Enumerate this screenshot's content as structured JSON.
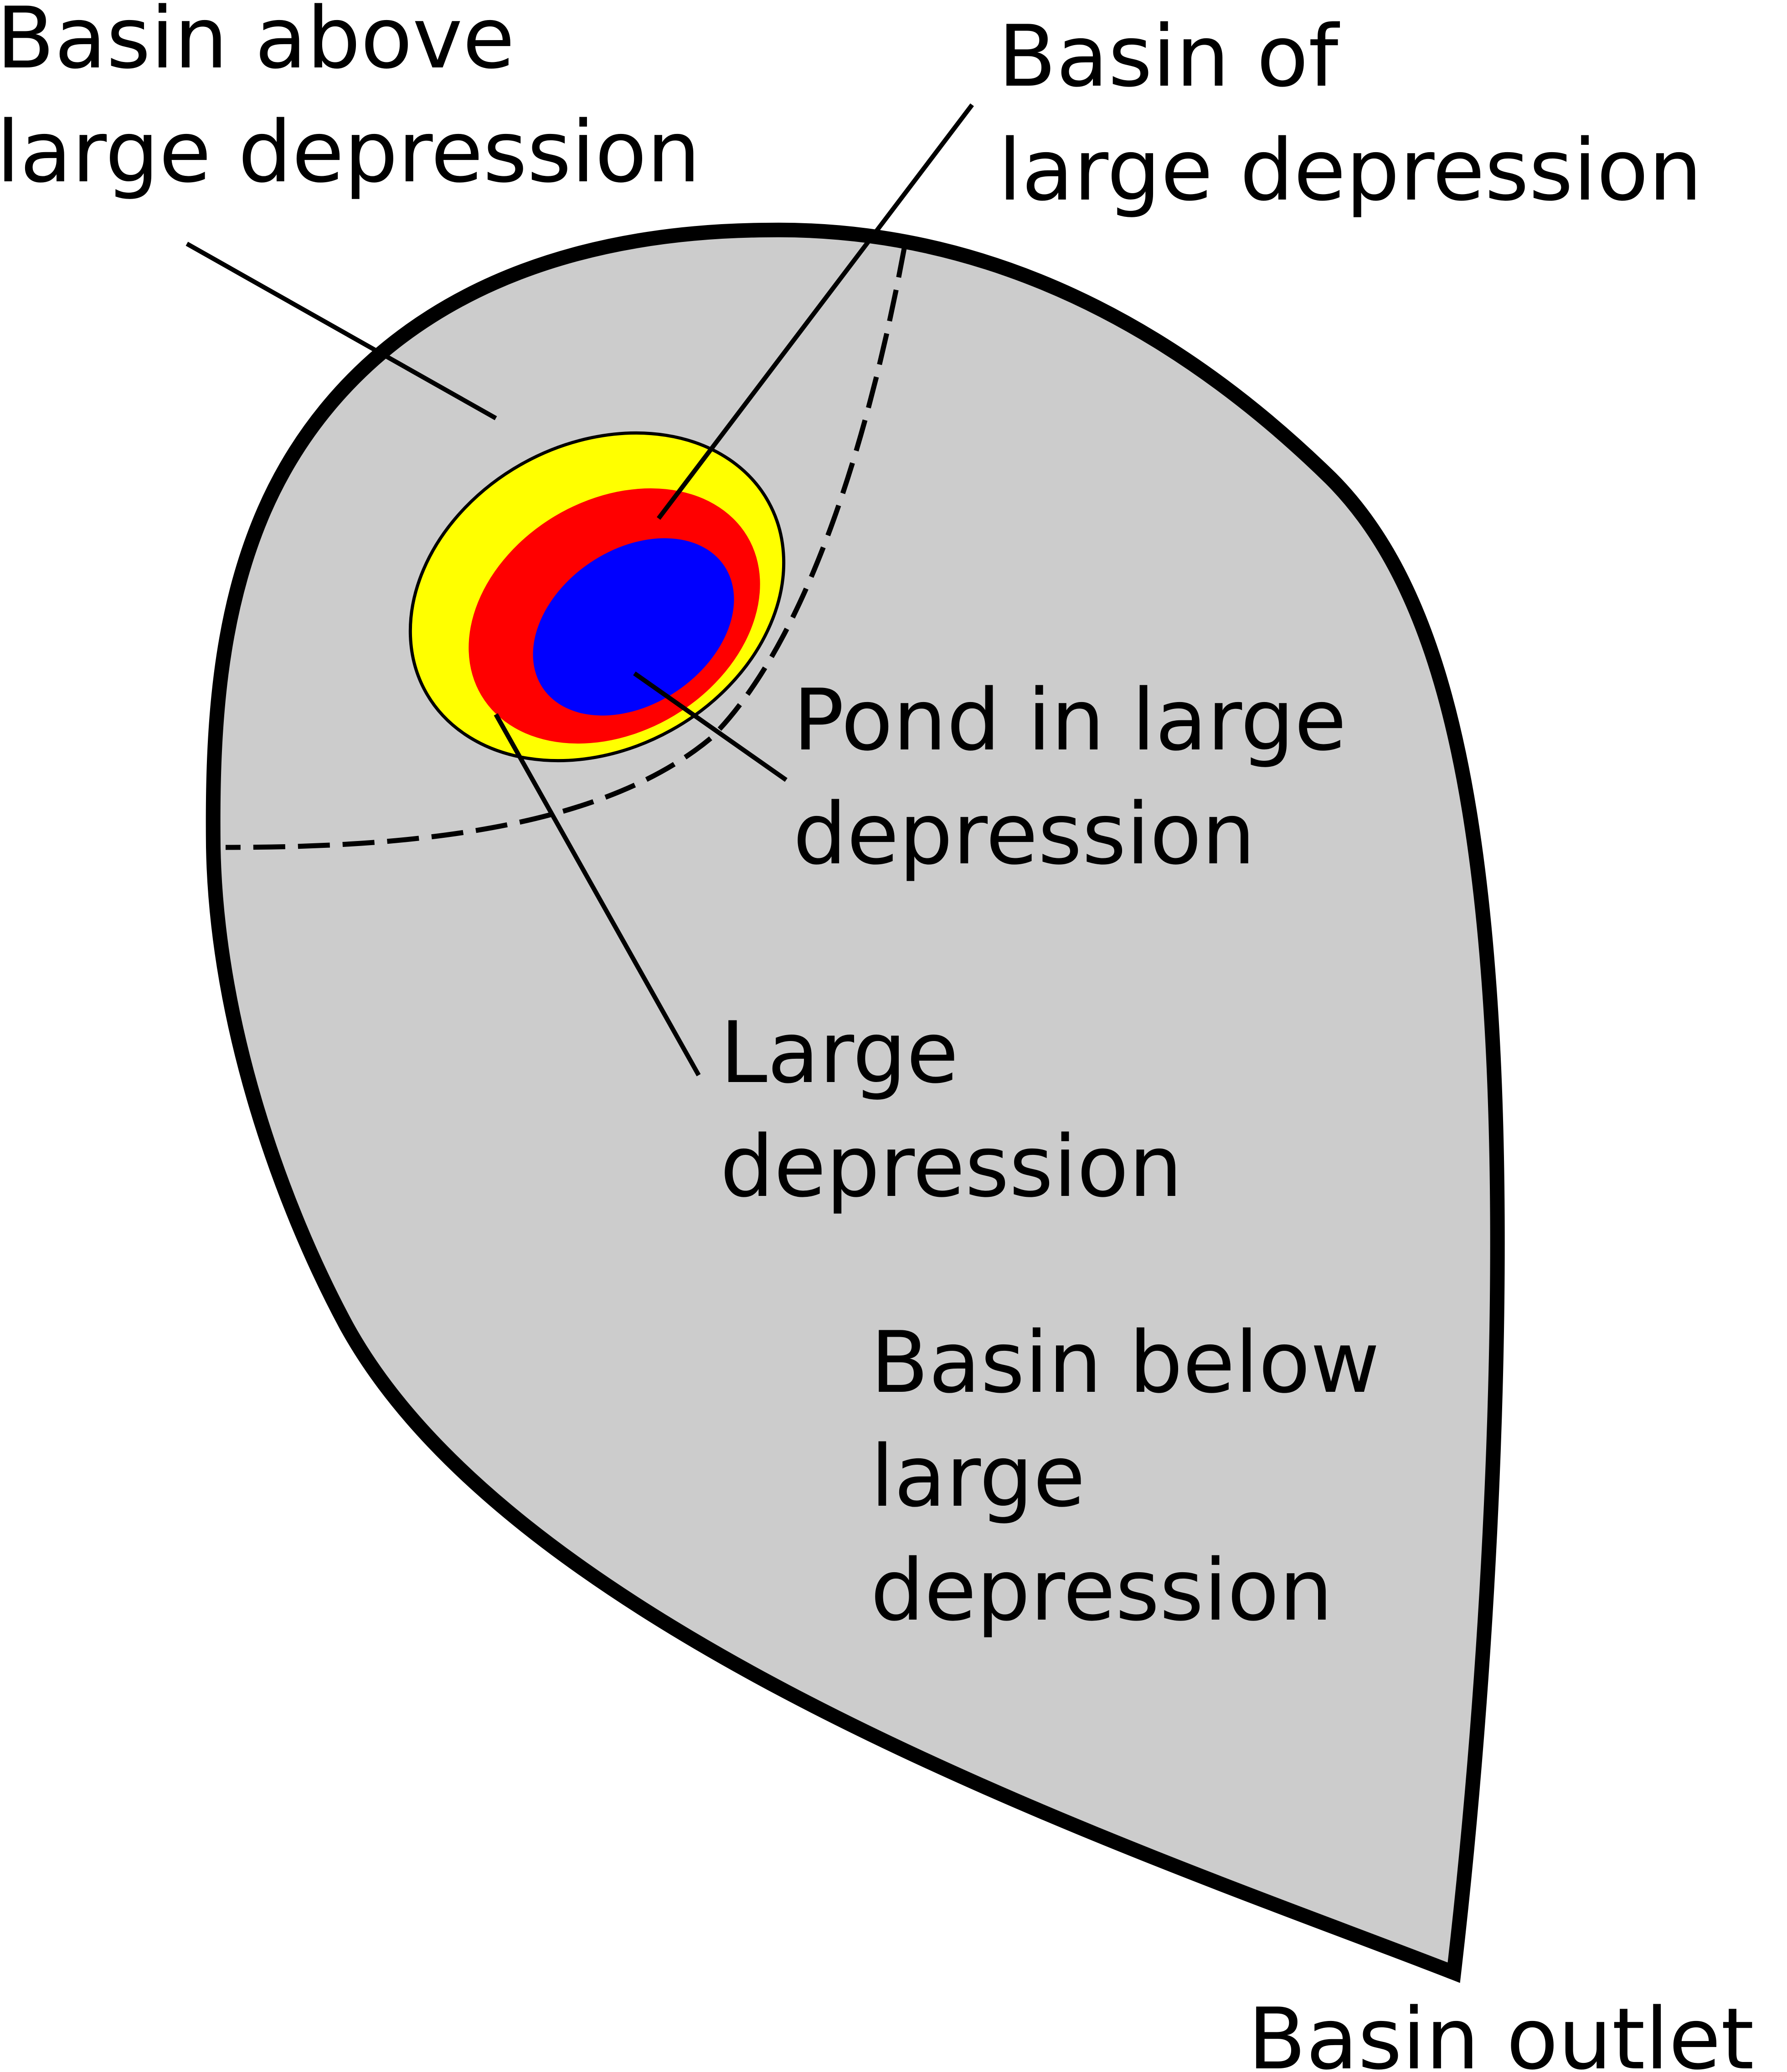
{
  "colors": {
    "basin_fill": "#cccccc",
    "outline": "#000000",
    "large_depression": "#ffff00",
    "middle_ring": "#ff0000",
    "pond": "#0000ff",
    "background": "#ffffff"
  },
  "labels": {
    "basin_above": {
      "line1": "Basin above",
      "line2": "large depression"
    },
    "basin_of": {
      "line1": "Basin of",
      "line2": "large depression"
    },
    "pond": {
      "line1": "Pond in large",
      "line2": "depression"
    },
    "large_depression": {
      "line1": "Large",
      "line2": "depression"
    },
    "basin_below": {
      "line1": "Basin below",
      "line2": "large",
      "line3": "depression"
    },
    "outlet": "Basin outlet"
  }
}
